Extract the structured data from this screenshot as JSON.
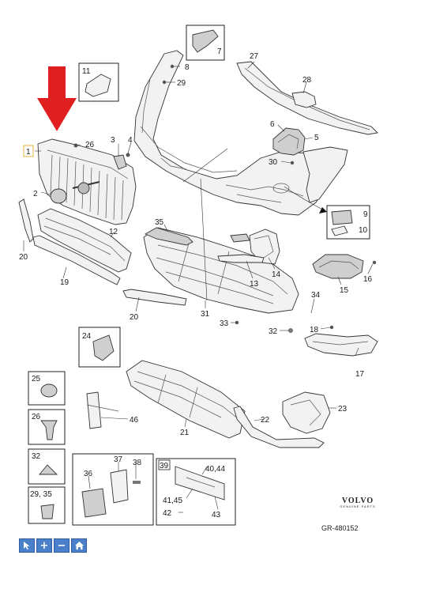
{
  "diagram": {
    "labels": {
      "p1": "1",
      "p2": "2",
      "p3": "3",
      "p4": "4",
      "p5": "5",
      "p6": "6",
      "p7": "7",
      "p8": "8",
      "p9": "9",
      "p10": "10",
      "p11": "11",
      "p12": "12",
      "p13": "13",
      "p14": "14",
      "p15": "15",
      "p16": "16",
      "p17": "17",
      "p18": "18",
      "p19": "19",
      "p20a": "20",
      "p20b": "20",
      "p21": "21",
      "p22": "22",
      "p23": "23",
      "p24": "24",
      "p25": "25",
      "p26a": "26",
      "p26b": "26",
      "p27": "27",
      "p28": "28",
      "p29": "29",
      "p30": "30",
      "p31": "31",
      "p32a": "32",
      "p32b": "32",
      "p33": "33",
      "p34": "34",
      "p35a": "35",
      "p36": "36",
      "p37": "37",
      "p38": "38",
      "p39": "39",
      "p40": "40,44",
      "p41": "41,45",
      "p42": "42",
      "p43": "43",
      "p46": "46",
      "p2935": "29, 35"
    },
    "brand": {
      "name": "VOLVO",
      "tagline": "GENUINE PARTS"
    },
    "reference": "GR-480152",
    "highlight_color": "#e02020"
  },
  "toolbar": {
    "select_icon": "pointer-icon",
    "zoom_in_label": "+",
    "zoom_out_label": "−",
    "home_icon": "home-icon"
  }
}
